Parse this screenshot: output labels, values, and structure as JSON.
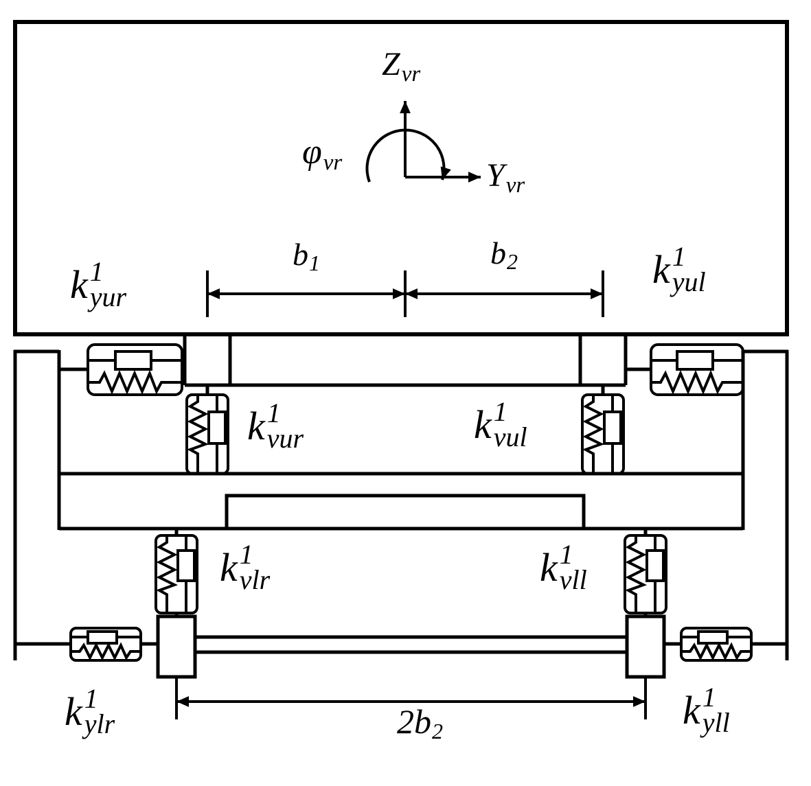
{
  "axes": {
    "z": {
      "base": "Z",
      "sub": "vr"
    },
    "y": {
      "base": "Y",
      "sub": "vr"
    },
    "phi": {
      "base": "φ",
      "sub": "vr"
    }
  },
  "dims": {
    "b1": {
      "base": "b",
      "sub": "1"
    },
    "b2": {
      "base": "b",
      "sub": "2"
    },
    "b2x": {
      "base": "2b",
      "sub": "2"
    }
  },
  "k": {
    "yur": {
      "base": "k",
      "sup": "1",
      "sub": "yur"
    },
    "yul": {
      "base": "k",
      "sup": "1",
      "sub": "yul"
    },
    "vur": {
      "base": "k",
      "sup": "1",
      "sub": "vur"
    },
    "vul": {
      "base": "k",
      "sup": "1",
      "sub": "vul"
    },
    "vlr": {
      "base": "k",
      "sup": "1",
      "sub": "vlr"
    },
    "vll": {
      "base": "k",
      "sup": "1",
      "sub": "vll"
    },
    "ylr": {
      "base": "k",
      "sup": "1",
      "sub": "ylr"
    },
    "yll": {
      "base": "k",
      "sup": "1",
      "sub": "yll"
    }
  },
  "colors": {
    "line": "#000000",
    "background": "#ffffff"
  }
}
